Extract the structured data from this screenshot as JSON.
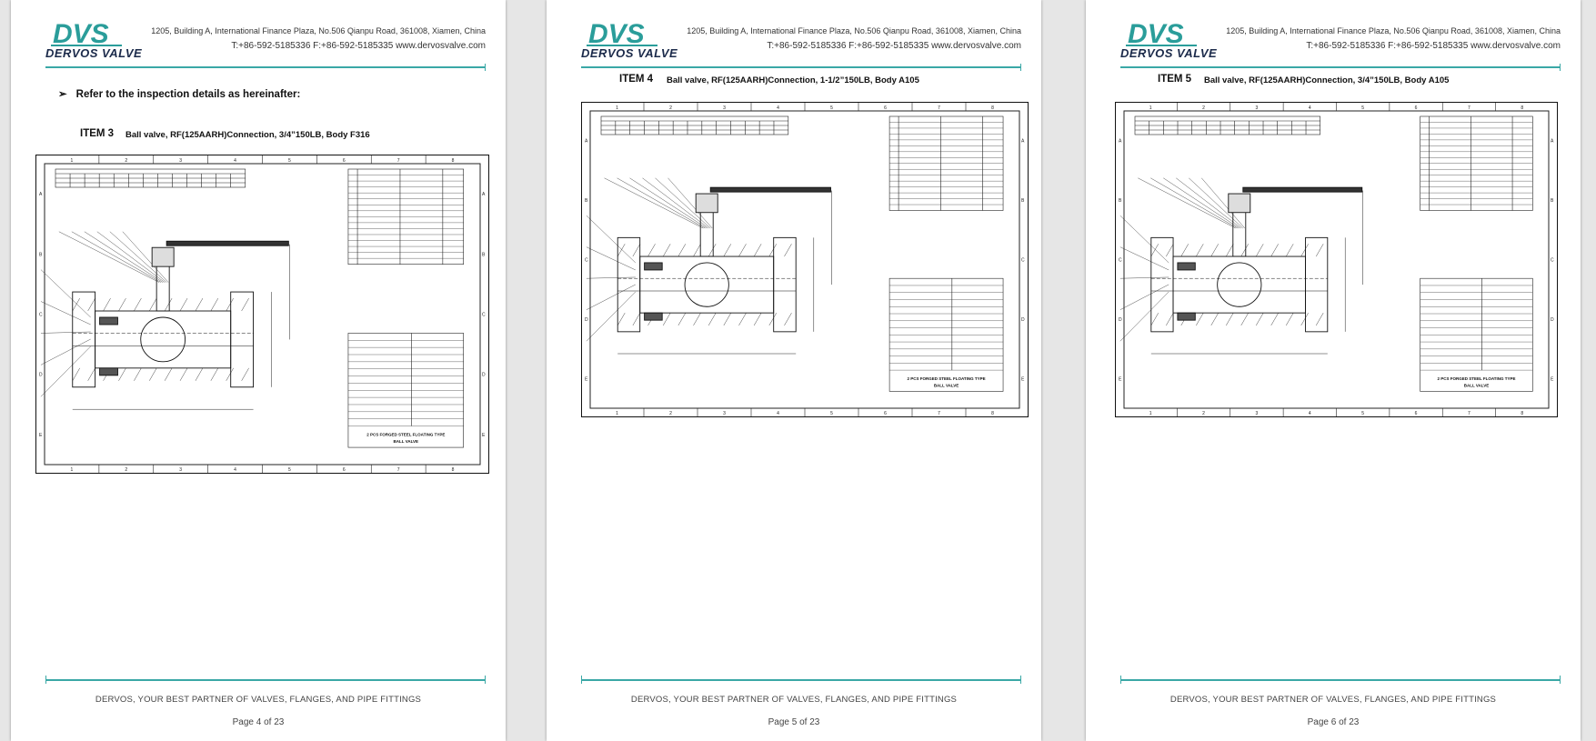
{
  "company": {
    "logo_text": "DVS",
    "logo_subtext": "DERVOS VALVE",
    "address": "1205, Building A, International Finance Plaza, No.506 Qianpu Road, 361008, Xiamen, China",
    "contact": "T:+86-592-5185336   F:+86-592-5185335   www.dervosvalve.com",
    "slogan": "DERVOS, YOUR BEST PARTNER OF VALVES, FLANGES, AND PIPE FITTINGS",
    "brand_color": "#2a9d9a",
    "text_color": "#1b2a4a"
  },
  "pages": [
    {
      "intro": "Refer to the inspection details as hereinafter:",
      "intro_icon": "arrow-bullet-icon",
      "item_label": "ITEM 3",
      "item_desc": "Ball valve, RF(125AARH)Connection, 3/4”150LB, Body F316",
      "page_number": "Page 4 of 23"
    },
    {
      "item_label": "ITEM 4",
      "item_desc": "Ball valve, RF(125AARH)Connection, 1-1/2”150LB, Body A105",
      "page_number": "Page 5 of 23"
    },
    {
      "item_label": "ITEM 5",
      "item_desc": "Ball valve, RF(125AARH)Connection, 3/4”150LB, Body A105",
      "page_number": "Page 6 of 23"
    }
  ],
  "drawing": {
    "grid_columns": [
      "1",
      "2",
      "3",
      "4",
      "5",
      "6",
      "7",
      "8"
    ],
    "grid_rows": [
      "A",
      "B",
      "C",
      "D",
      "E"
    ],
    "title_block": "2 PCS FORGED STEEL FLOATING TYPE",
    "title_block_2": "BALL VALVE"
  }
}
